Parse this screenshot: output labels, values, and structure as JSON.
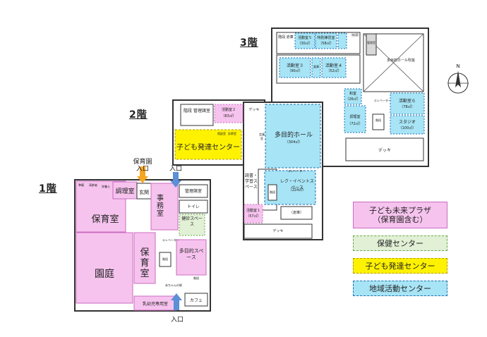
{
  "floors": {
    "f1": "1階",
    "f2": "2階",
    "f3": "3階"
  },
  "colors": {
    "kodomo_plaza": "#f6c3ee",
    "hoken": "#e2f0d5",
    "hattatsu": "#fff200",
    "chiiki": "#a7e4f5",
    "plain": "#ffffff",
    "grey": "#d9d9d9"
  },
  "f1_rooms": {
    "hoikushitsu_top": "保育室",
    "hoikushitsu_bottom_1": "保",
    "hoikushitsu_bottom_2": "育",
    "hoikushitsu_bottom_3": "室",
    "entei": "園庭",
    "chouri": "調理室",
    "genkan": "玄関",
    "jimu": "事務室",
    "kanri_1f": "管理諸室",
    "toilet": "トイレ",
    "kenshin": "健診スペース",
    "tamokuteki_1f": "多目的スペース",
    "nyuyoji": "乳幼児専用室",
    "cafe": "カフェ",
    "entrance_main": "入口",
    "entrance_hoikuen_1": "保育園",
    "entrance_hoikuen_2": "入口",
    "entrance_bottom": "入口",
    "small_jubi": "準備",
    "small_kourei": "高齢者",
    "small_eiyou": "栄養士",
    "small_elev": "エレベーター",
    "small_kaidan": "階段",
    "small_akachan": "赤ちゃんの駅",
    "small_kaidan_b": "階段"
  },
  "f2_rooms": {
    "kaidan_kanri": "階段 管理諸室",
    "katsudo2": "活動室２",
    "katsudo2_area": "（83㎡）",
    "deck_2f_top": "デッキ",
    "hattatsu_center": "子ども発達センター",
    "tamokuteki_hall": "多目的ホール",
    "tamokuteki_hall_area": "（304㎡）",
    "dokusho": "読書・学習スペース",
    "rekuri": "レク・イベントスペース",
    "rekuri_area": "（224㎡）",
    "katsudo1": "活動室１",
    "katsudo1_area": "（57㎡）",
    "deck_2f_bottom": "デッキ",
    "souko": "（倉庫）",
    "elev_2f": "エレベーター",
    "kaidan_2f": "階段",
    "small_soudan": "相談室",
    "small_shinsatsu": "診察室",
    "small_kaigi": "会議室"
  },
  "f3_rooms": {
    "kaidan_souko": "階段 倉庫",
    "katsudo5": "活動室５",
    "katsudo5_area": "（30㎡）",
    "tokubetsu_renshu": "特別練習室",
    "tokubetsu_renshu_area": "（58㎡）",
    "katsudo3": "活動室３",
    "katsudo3_area": "（90㎡）",
    "katsudo4": "活動室４",
    "katsudo4_area": "（52㎡）",
    "washitsu": "和室",
    "washitsu_area": "（26㎡）",
    "chourishitsu_3f": "調理室",
    "chourishitsu_3f_area": "（72㎡）",
    "katsudo6": "活動室６",
    "katsudo6_area": "（78㎡）",
    "studio": "スタジオ",
    "studio_area": "（100㎡）",
    "fukiage": "多目的ホール吹抜",
    "deck_3f": "デッキ",
    "elev_3f": "エレベーター",
    "kaidan_3f": "階段",
    "kanri_3f": "管理室",
    "souko_3f": "倉庫",
    "kyuto": "（給湯）"
  },
  "legend": {
    "kodomo_plaza_1": "子ども未来プラザ",
    "kodomo_plaza_2": "（保育園含む）",
    "hoken": "保健センター",
    "hattatsu": "子ども発達センター",
    "chiiki": "地域活動センター"
  },
  "compass": {
    "north": "N"
  }
}
